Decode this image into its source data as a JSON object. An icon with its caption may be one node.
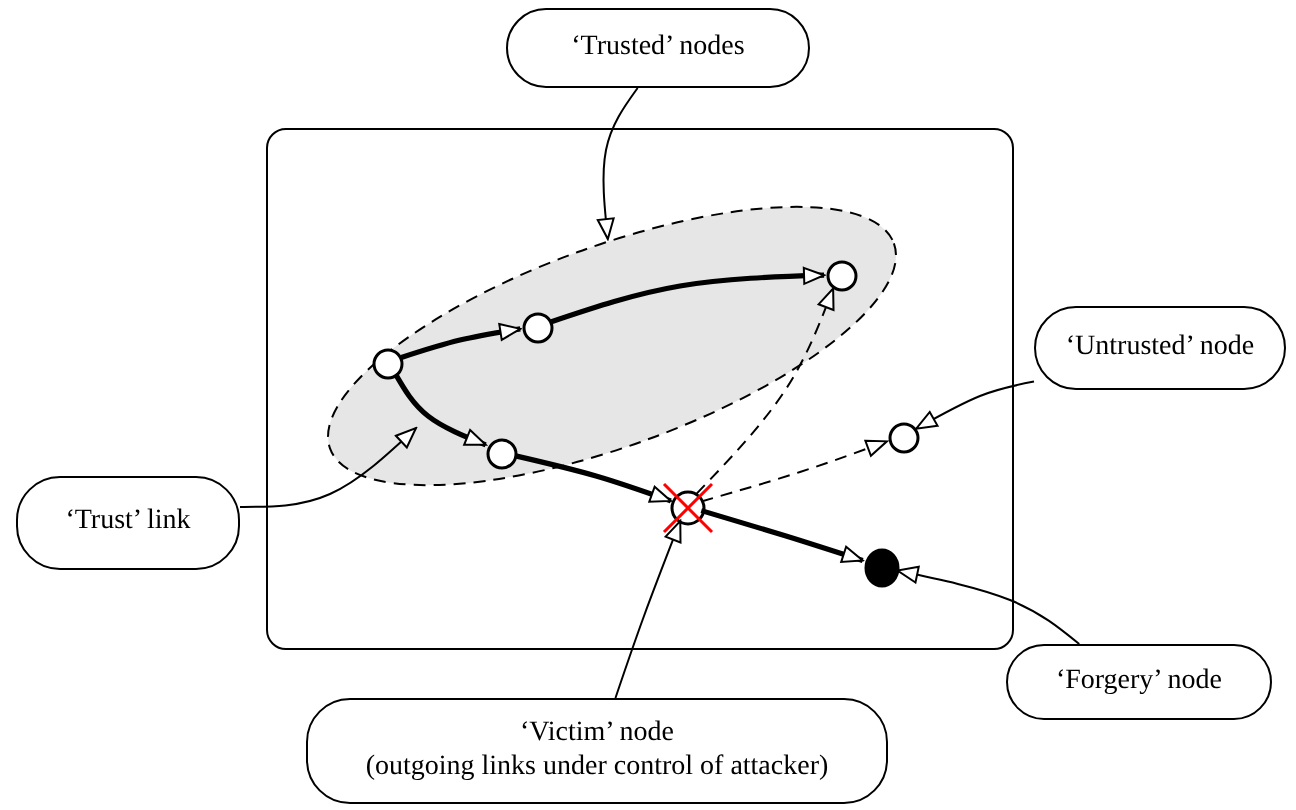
{
  "diagram": {
    "nodes": [
      {
        "text": [],
        "shape": "box"
      },
      {
        "text": [],
        "shape": "ellipse",
        "in": 0
      },
      {
        "text": [],
        "shape": "circle",
        "in": 1
      },
      {
        "text": [],
        "shape": "circle",
        "in": 1
      },
      {
        "text": [],
        "shape": "circle",
        "in": 1
      },
      {
        "text": [],
        "shape": "circle",
        "in": 1
      },
      {
        "text": [],
        "shape": "cross",
        "in": 0
      },
      {
        "text": [],
        "shape": "circle",
        "in": 0
      },
      {
        "text": [],
        "shape": "dot",
        "in": 0
      },
      {
        "text": [
          "‘Trusted’ nodes"
        ]
      },
      {
        "text": [
          "‘Untrusted’ node"
        ]
      },
      {
        "text": [
          "‘Trust’ link"
        ]
      },
      {
        "text": [
          "‘Victim’ node",
          "(outgoing links under control of attacker)"
        ]
      },
      {
        "text": [
          "‘Forgery’ node"
        ]
      }
    ],
    "edges": [
      {
        "from": 2,
        "to": 3,
        "arrow": "to",
        "style": "thick"
      },
      {
        "from": 3,
        "to": 4,
        "arrow": "to",
        "style": "thick"
      },
      {
        "from": 2,
        "to": 5,
        "arrow": "to",
        "style": "thick"
      },
      {
        "from": 5,
        "to": 6,
        "arrow": "to",
        "style": "thick"
      },
      {
        "from": 6,
        "to": 8,
        "arrow": "to",
        "style": "thick"
      },
      {
        "from": 6,
        "to": 4,
        "arrow": "to",
        "style": "dashed"
      },
      {
        "from": 6,
        "to": 7,
        "arrow": "to",
        "style": "dashed"
      },
      {
        "from": 9,
        "to": 1,
        "arrow": "to"
      },
      {
        "from": 10,
        "to": 7,
        "arrow": "to"
      },
      {
        "from": 11,
        "to": null,
        "arrow": "to"
      },
      {
        "from": 12,
        "to": 6,
        "arrow": "to"
      },
      {
        "from": 13,
        "to": 8,
        "arrow": "to"
      }
    ]
  }
}
